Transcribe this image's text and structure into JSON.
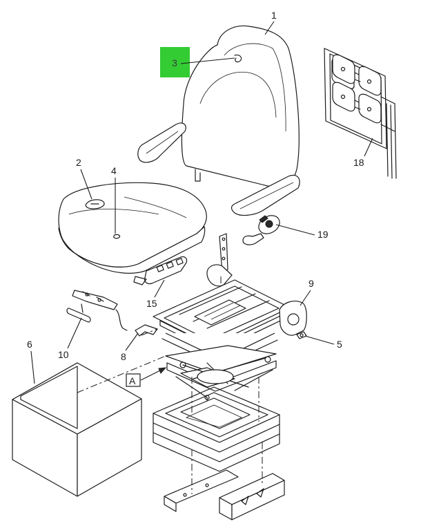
{
  "highlight": {
    "label": "3",
    "color": "#33cc33"
  },
  "callouts": {
    "seat_back": "1",
    "seat_cushion_patch": "2",
    "cushion_tie": "4",
    "adjuster_bolt": "5",
    "box": "6",
    "lever": "8",
    "pivot_plate": "9",
    "slide_handle": "10",
    "switch_module": "15",
    "lumbar_pad": "18",
    "recliner_knob": "19"
  },
  "view_marker": {
    "label": "A"
  }
}
